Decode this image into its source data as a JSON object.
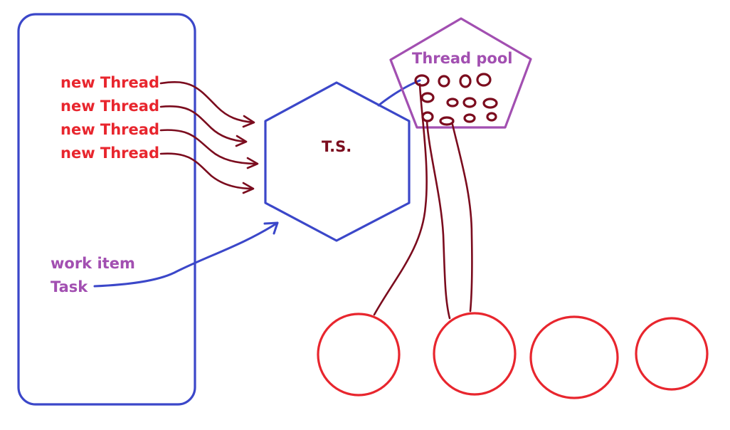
{
  "labels": {
    "threads": [
      "new Thread",
      "new Thread",
      "new Thread",
      "new Thread"
    ],
    "work_item": "work item",
    "task": "Task",
    "scheduler": "T.S.",
    "pool": "Thread pool"
  },
  "colors": {
    "blue": "#3b47c9",
    "red": "#e8262e",
    "purple": "#a24fb1",
    "dark_red": "#7b0c1e"
  }
}
